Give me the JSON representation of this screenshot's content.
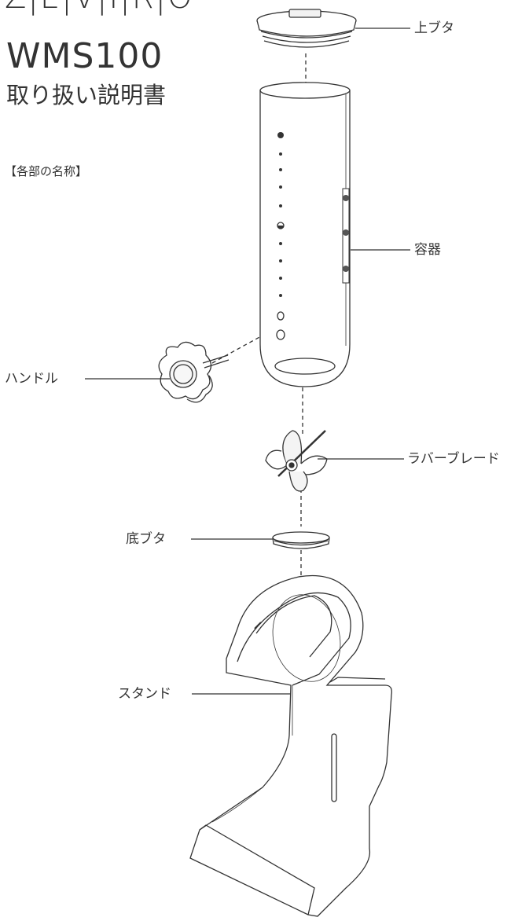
{
  "header": {
    "logo_text": "Z|E|V|I|R|O",
    "model": "WMS100",
    "subtitle": "取り扱い説明書"
  },
  "section_title": "【各部の名称】",
  "parts": {
    "lid": "上ブタ",
    "container": "容器",
    "handle": "ハンドル",
    "rubber_blade": "ラバーブレード",
    "bottom_lid": "底ブタ",
    "stand": "スタンド"
  }
}
